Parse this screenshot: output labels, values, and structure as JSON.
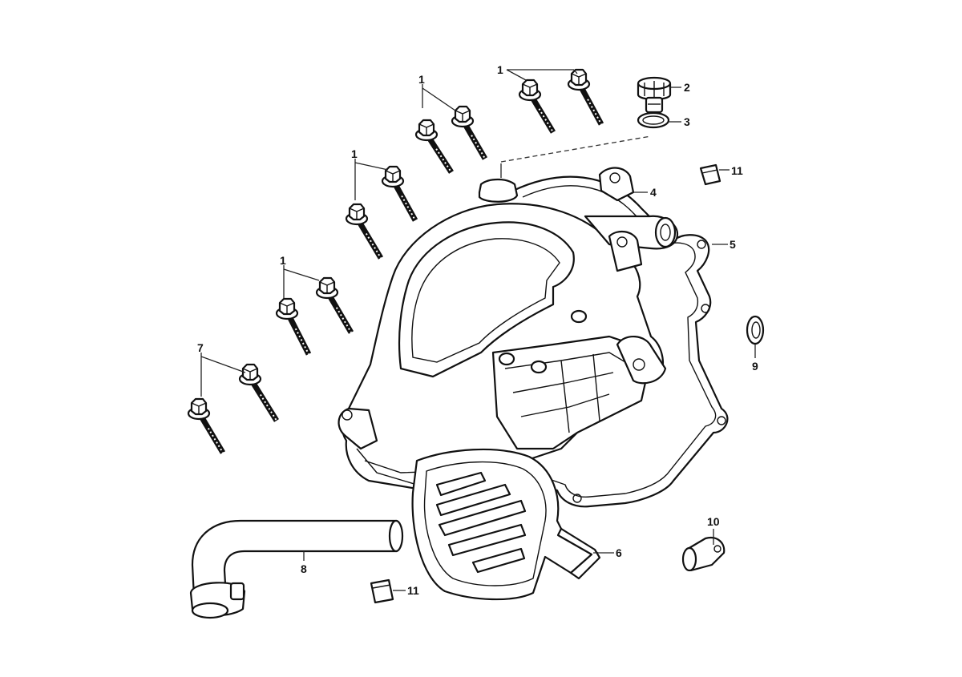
{
  "diagram": {
    "callouts": {
      "c1a": "1",
      "c1b": "1",
      "c1c": "1",
      "c1d": "1",
      "c2": "2",
      "c3": "3",
      "c4": "4",
      "c5": "5",
      "c6": "6",
      "c7": "7",
      "c8": "8",
      "c9": "9",
      "c10": "10",
      "c11a": "11",
      "c11b": "11"
    }
  }
}
